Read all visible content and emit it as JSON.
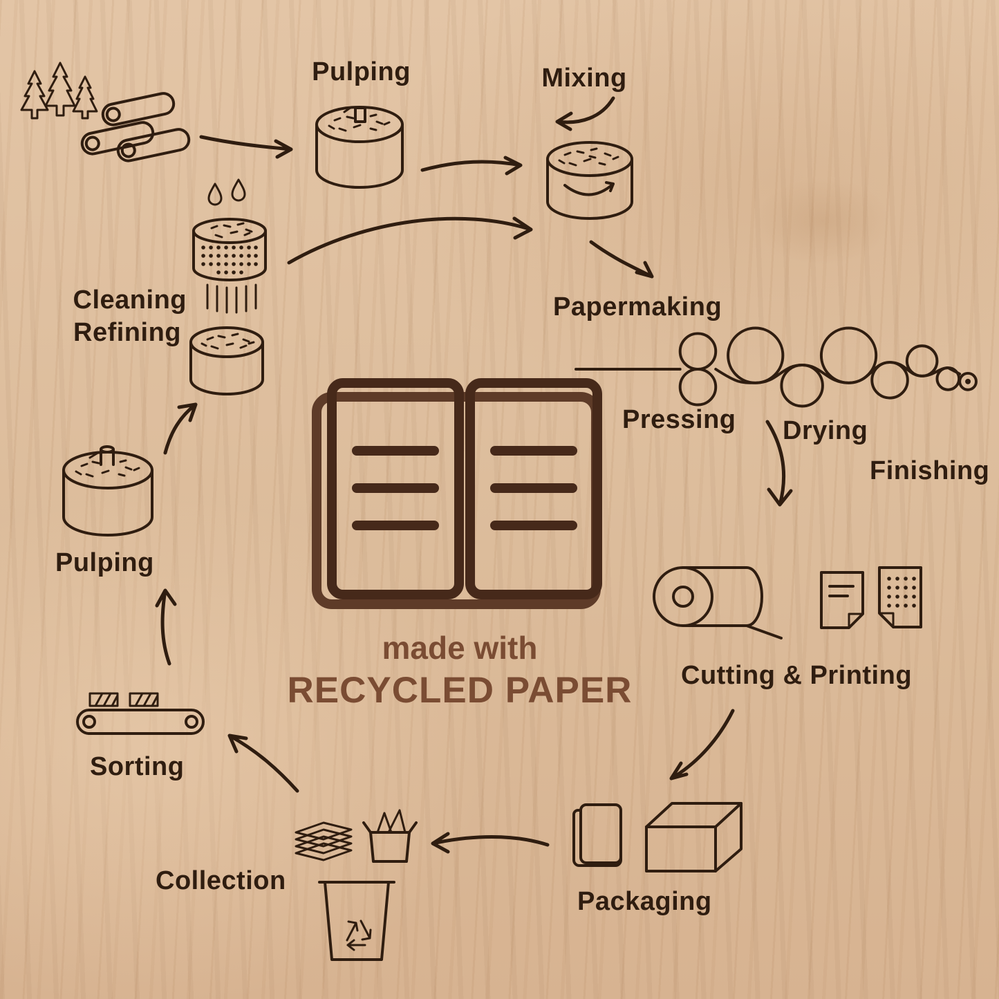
{
  "colors": {
    "line": "#2f1d10",
    "emblem": "#46291a",
    "caption": "#7a4c33",
    "wood_base": "#debf9f"
  },
  "labels": {
    "pulping_top": "Pulping",
    "mixing": "Mixing",
    "cleaning": "Cleaning",
    "refining": "Refining",
    "papermaking": "Papermaking",
    "pressing": "Pressing",
    "drying": "Drying",
    "finishing": "Finishing",
    "cutting_printing": "Cutting & Printing",
    "packaging": "Packaging",
    "collection": "Collection",
    "sorting": "Sorting",
    "pulping_left": "Pulping"
  },
  "center": {
    "line1": "made with",
    "line2": "RECYCLED PAPER"
  },
  "icons": [
    "pine-trees-icon",
    "logs-icon",
    "pulping-vat-icon",
    "mixing-vat-icon",
    "steam-drops-icon",
    "cleaning-screen-icon",
    "refining-vat-icon",
    "paper-machine-rollers-icon",
    "paper-roll-icon",
    "printed-sheet-lines-icon",
    "printed-sheet-dots-icon",
    "packaged-book-icon",
    "shipping-box-icon",
    "paper-stack-icon",
    "collection-box-icon",
    "recycle-bin-icon",
    "conveyor-sorting-icon",
    "open-book-icon"
  ],
  "sequence_virgin_fiber": [
    "trees",
    "logs",
    "Pulping",
    "Mixing"
  ],
  "sequence_recycled_fiber": [
    "Collection",
    "Sorting",
    "Pulping",
    "Cleaning",
    "Refining",
    "Mixing"
  ],
  "sequence_main": [
    "Mixing",
    "Papermaking",
    "Pressing",
    "Drying",
    "Finishing",
    "Cutting & Printing",
    "Packaging",
    "Collection"
  ]
}
